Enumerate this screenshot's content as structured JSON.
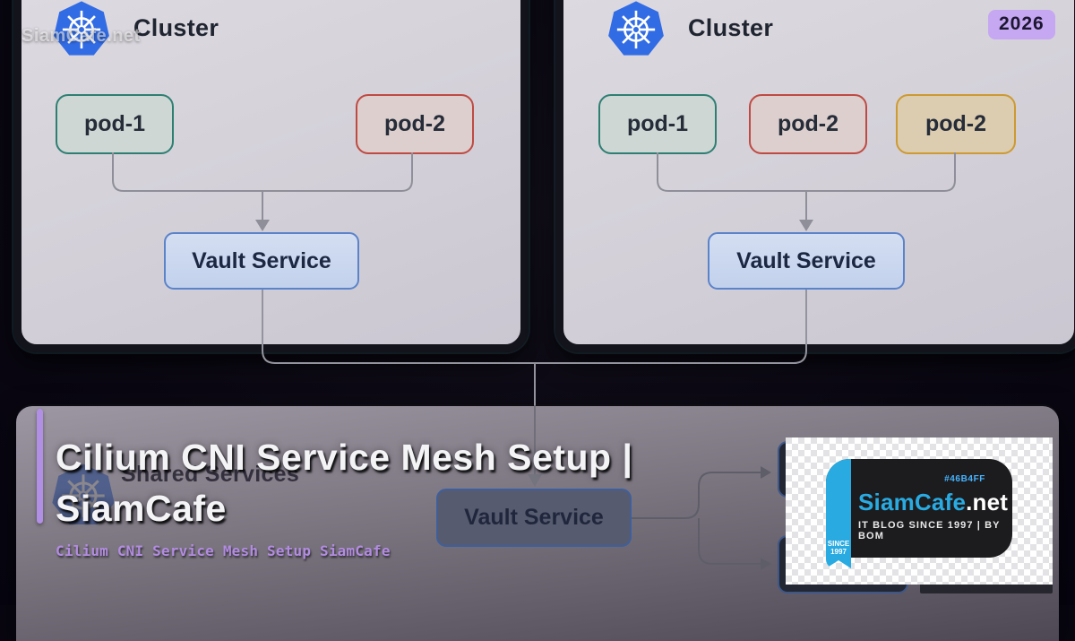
{
  "watermark": "SiamCafe.net",
  "year_badge": "2026",
  "cluster_left": {
    "title": "Cluster",
    "pods": [
      {
        "label": "pod-1",
        "color": "#2e7f72"
      },
      {
        "label": "pod-2",
        "color": "#bf4a43"
      }
    ],
    "service": "Vault Service"
  },
  "cluster_right": {
    "title": "Cluster",
    "pods": [
      {
        "label": "pod-1",
        "color": "#2e7f72"
      },
      {
        "label": "pod-2",
        "color": "#bf4a43"
      },
      {
        "label": "pod-2",
        "color": "#cd9a33"
      }
    ],
    "service": "Vault Service"
  },
  "shared": {
    "title": "Shared Services",
    "service": "Vault Service"
  },
  "overlay": {
    "title_line1": "Cilium CNI Service Mesh Setup |",
    "title_line2": "SiamCafe",
    "subtitle": "Cilium CNI Service Mesh Setup SiamCafe"
  },
  "logo_card": {
    "hashtag": "#46B4FF",
    "brand": "SiamCafe",
    "tld": ".net",
    "tagline": "IT BLOG SINCE 1997 | BY BOM",
    "ribbon_line1": "SINCE",
    "ribbon_line2": "1997"
  },
  "colors": {
    "accent_purple": "#b18fe5",
    "badge_bg": "#c6a7f2",
    "pod_teal": "#2e7f72",
    "pod_red": "#bf4a43",
    "pod_amber": "#cd9a33",
    "service_blue": "#5b83c9",
    "brand_blue": "#29abe2",
    "hashtag_blue": "#46b4ff",
    "k8s_blue": "#326ce5"
  }
}
